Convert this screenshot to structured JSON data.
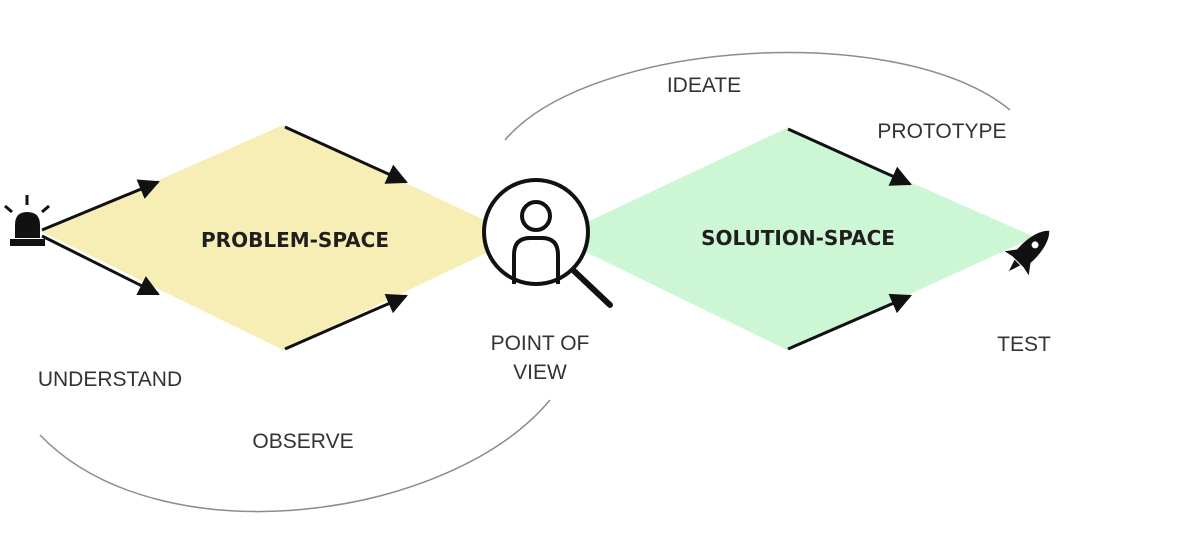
{
  "diagram": {
    "colors": {
      "problem_fill": "#f7eeb5",
      "solution_fill": "#cdf6d4",
      "arc_stroke": "#8c8c8c",
      "arrow_stroke": "#111111"
    },
    "icons": {
      "start": "alarm-light-icon",
      "center": "person-magnifier-icon",
      "end": "rocket-icon"
    },
    "spaces": {
      "problem": "PROBLEM-SPACE",
      "solution": "SOLUTION-SPACE"
    },
    "stages": {
      "understand": "UNDERSTAND",
      "observe": "OBSERVE",
      "point_of_view_line1": "POINT OF",
      "point_of_view_line2": "VIEW",
      "ideate": "IDEATE",
      "prototype": "PROTOTYPE",
      "test": "TEST"
    }
  }
}
